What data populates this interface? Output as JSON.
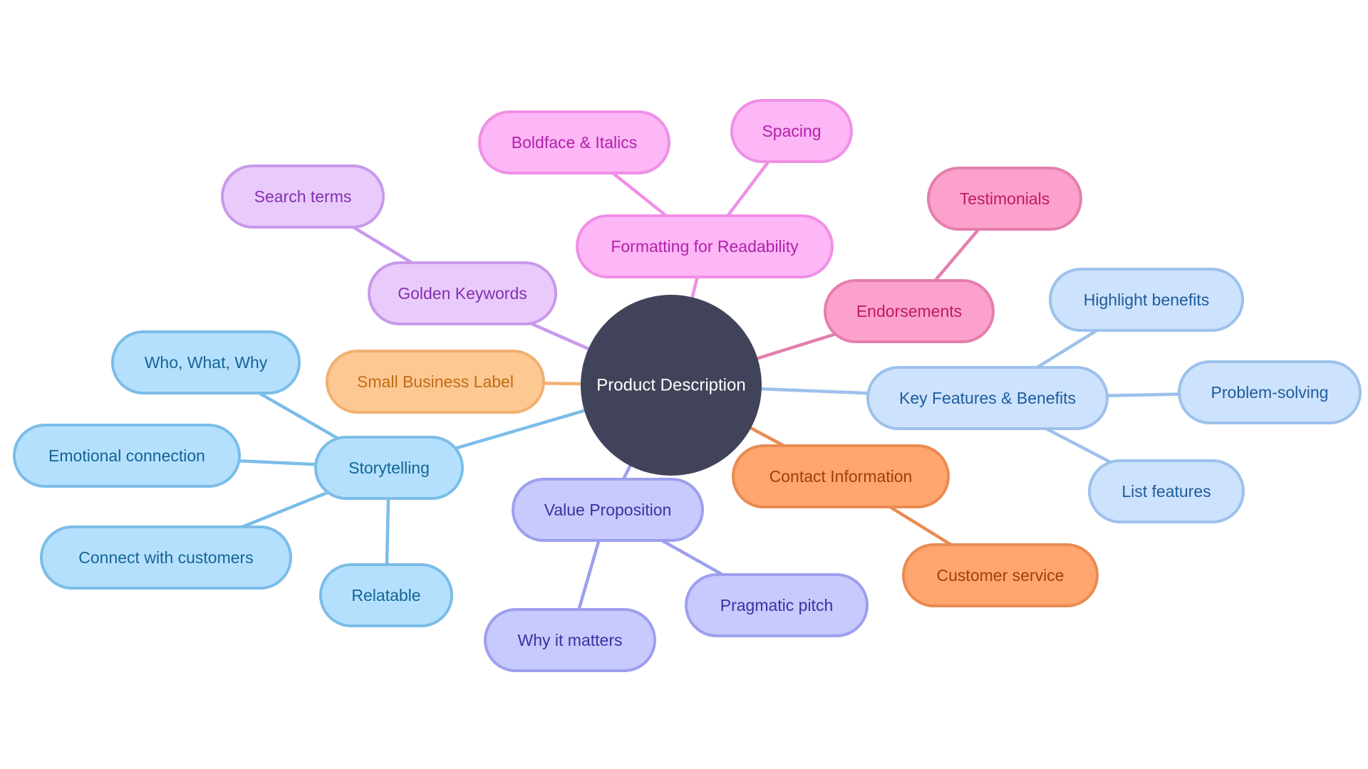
{
  "root": {
    "label": "Product Description",
    "color": "#41435a",
    "text_color": "#ffffff"
  },
  "palette": {
    "pink": {
      "fill": "#fdb6f6",
      "stroke": "#ef90e6",
      "text": "#b022aa"
    },
    "lilac": {
      "fill": "#e9cbfb",
      "stroke": "#c999ea",
      "text": "#8430b0"
    },
    "rose": {
      "fill": "#fca1cc",
      "stroke": "#e47fae",
      "text": "#be1a60"
    },
    "blue": {
      "fill": "#cde2fc",
      "stroke": "#9dc1ec",
      "text": "#1e5c9c"
    },
    "orange": {
      "fill": "#ffa56e",
      "stroke": "#e98b52",
      "text": "#9f3f0a"
    },
    "purple": {
      "fill": "#c8c9fc",
      "stroke": "#9d9fee",
      "text": "#3d31a2"
    },
    "sky": {
      "fill": "#b5e0fd",
      "stroke": "#7cbde8",
      "text": "#146596"
    },
    "peach": {
      "fill": "#fec893",
      "stroke": "#f1b070",
      "text": "#c06c14"
    }
  },
  "branches": [
    {
      "id": "formatting",
      "label": "Formatting for Readability",
      "color": "pink",
      "children": [
        {
          "id": "boldface",
          "label": "Boldface & Italics"
        },
        {
          "id": "spacing",
          "label": "Spacing"
        }
      ]
    },
    {
      "id": "golden",
      "label": "Golden Keywords",
      "color": "lilac",
      "children": [
        {
          "id": "search",
          "label": "Search terms"
        }
      ]
    },
    {
      "id": "endorsements",
      "label": "Endorsements",
      "color": "rose",
      "children": [
        {
          "id": "testimonials",
          "label": "Testimonials"
        }
      ]
    },
    {
      "id": "keyfeatures",
      "label": "Key Features & Benefits",
      "color": "blue",
      "children": [
        {
          "id": "highlight",
          "label": "Highlight benefits"
        },
        {
          "id": "problem",
          "label": "Problem-solving"
        },
        {
          "id": "listfeat",
          "label": "List features"
        }
      ]
    },
    {
      "id": "contact",
      "label": "Contact Information",
      "color": "orange",
      "children": [
        {
          "id": "customer",
          "label": "Customer service"
        }
      ]
    },
    {
      "id": "value",
      "label": "Value Proposition",
      "color": "purple",
      "children": [
        {
          "id": "pragmatic",
          "label": "Pragmatic pitch"
        },
        {
          "id": "whyit",
          "label": "Why it matters"
        }
      ]
    },
    {
      "id": "storytelling",
      "label": "Storytelling",
      "color": "sky",
      "children": [
        {
          "id": "who",
          "label": "Who, What, Why"
        },
        {
          "id": "emotional",
          "label": "Emotional connection"
        },
        {
          "id": "connect",
          "label": "Connect with customers"
        },
        {
          "id": "relatable",
          "label": "Relatable"
        }
      ]
    },
    {
      "id": "smallbiz",
      "label": "Small Business Label",
      "color": "peach",
      "children": []
    }
  ]
}
